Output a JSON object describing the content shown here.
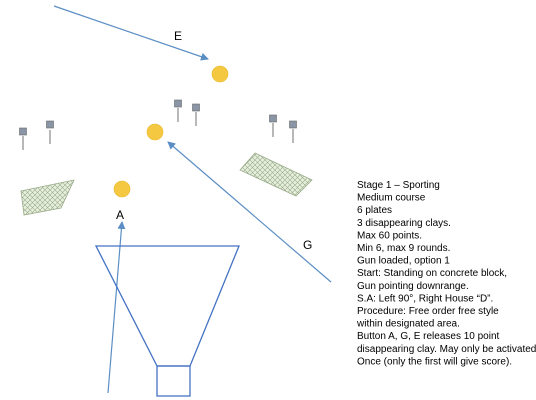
{
  "colors": {
    "arrow": "#5b8ec4",
    "trap": "#4472c4",
    "target_fill": "#f5c842",
    "post": "#888888",
    "net_fill": "#e6efdc",
    "net_stroke": "#9aab8a"
  },
  "labels": {
    "e": "E",
    "a": "A",
    "g": "G"
  },
  "info": {
    "lines": [
      "Stage 1 – Sporting",
      "Medium course",
      "6 plates",
      "3 disappearing clays.",
      "Max 60 points.",
      "Min 6, max 9 rounds.",
      "",
      "Gun loaded, option  1",
      "Start: Standing on concrete block,",
      "Gun pointing downrange.",
      "S.A: Left 90°, Right House “D”.",
      "Procedure: Free order free style",
      "within designated area.",
      "Button A, G, E releases 10 point",
      "disappearing clay. May only be activated",
      "Once (only the first will give score)."
    ]
  }
}
